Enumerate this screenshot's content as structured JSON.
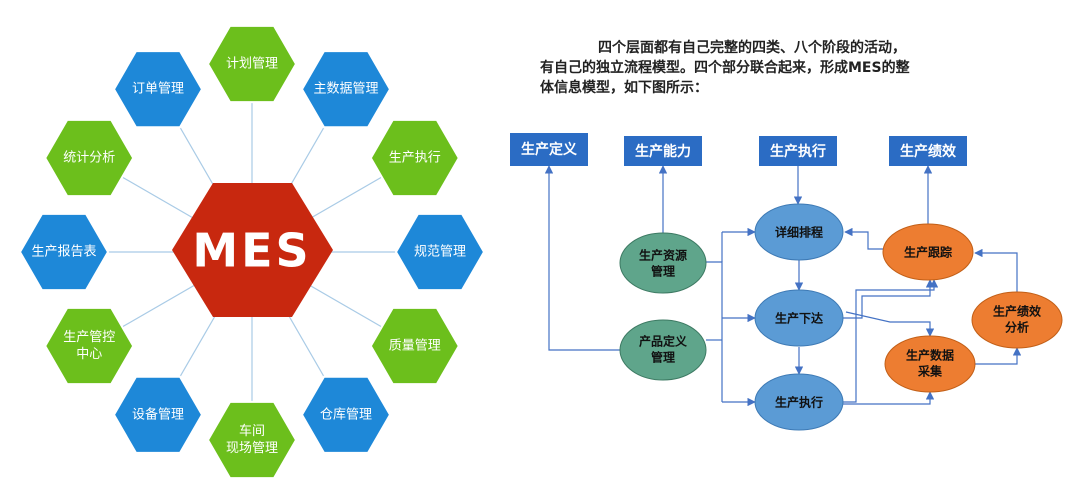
{
  "colors": {
    "green": "#6cbf1c",
    "blue": "#1e88d8",
    "mes_red": "#c8280f",
    "box_blue": "#2b6cc4",
    "node_teal": "#5fa58b",
    "node_blue": "#5b9bd5",
    "node_orange": "#ed7d31",
    "arrow": "#4472c4"
  },
  "mes_diagram": {
    "center_label": "MES",
    "items": [
      {
        "label": "计划管理",
        "color": "green"
      },
      {
        "label": "主数据管理",
        "color": "blue"
      },
      {
        "label": "生产执行",
        "color": "green"
      },
      {
        "label": "规范管理",
        "color": "blue"
      },
      {
        "label": "质量管理",
        "color": "green"
      },
      {
        "label": "仓库管理",
        "color": "blue"
      },
      {
        "label": "车间\n现场管理",
        "color": "green"
      },
      {
        "label": "设备管理",
        "color": "blue"
      },
      {
        "label": "生产管控\n中心",
        "color": "green"
      },
      {
        "label": "生产报告表",
        "color": "blue"
      },
      {
        "label": "统计分析",
        "color": "green"
      },
      {
        "label": "订单管理",
        "color": "blue"
      }
    ]
  },
  "description": {
    "line1": "四个层面都有自己完整的四类、八个阶段的活动，",
    "line2": "有自己的独立流程模型。四个部分联合起来，形成MES的整",
    "line3": "体信息模型，如下图所示："
  },
  "flow": {
    "boxes": [
      "生产定义",
      "生产能力",
      "生产执行",
      "生产绩效"
    ],
    "nodes": {
      "resource": "生产资源\n管理",
      "product_def": "产品定义\n管理",
      "schedule": "详细排程",
      "dispatch": "生产下达",
      "execute": "生产执行",
      "tracking": "生产跟踪",
      "data_collect": "生产数据\n采集",
      "performance": "生产绩效\n分析"
    }
  }
}
